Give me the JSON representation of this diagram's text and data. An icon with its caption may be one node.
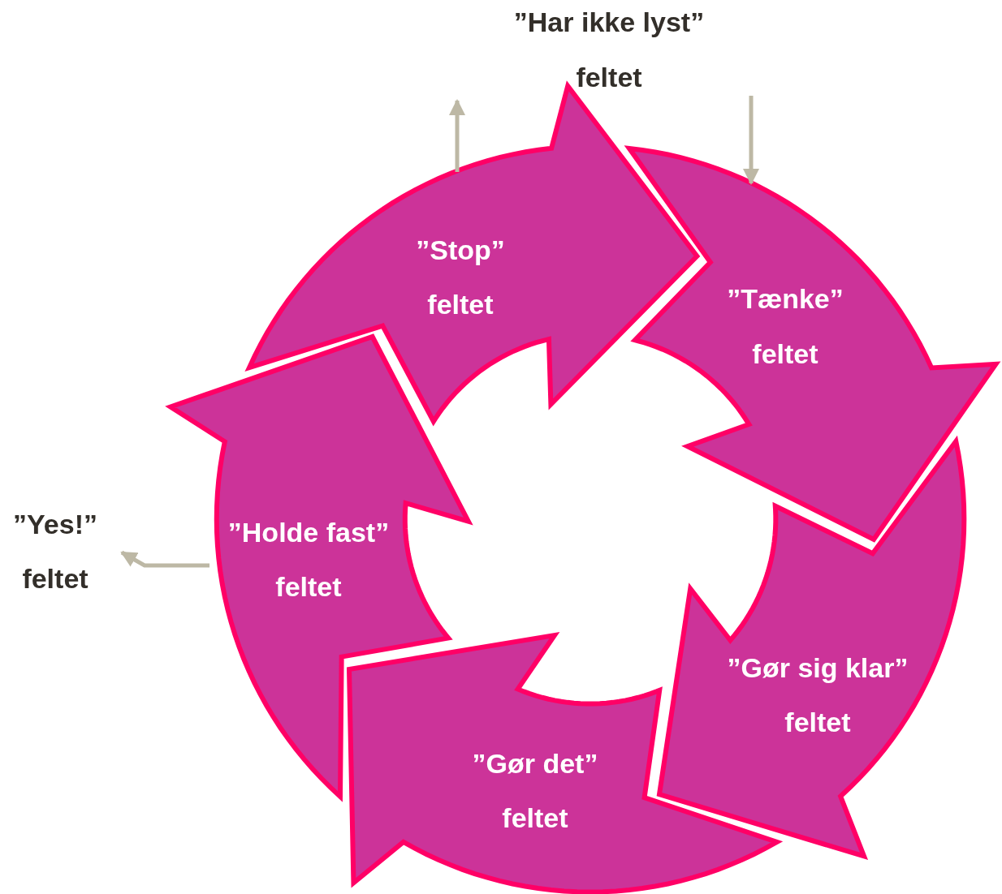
{
  "diagram": {
    "nodes": [
      {
        "text": [
          "”Har ikke lyst”",
          "feltet"
        ]
      },
      {
        "text": [
          "”Stop”",
          "feltet"
        ]
      },
      {
        "text": [
          "”Tænke”",
          "feltet"
        ]
      },
      {
        "text": [
          "”Yes!”",
          "feltet"
        ]
      },
      {
        "text": [
          "”Holde fast”",
          "feltet"
        ]
      },
      {
        "text": [
          "”Gør sig klar”",
          "feltet"
        ]
      },
      {
        "text": [
          "”Gør det”",
          "feltet"
        ]
      }
    ],
    "edges": [
      {
        "from": 1,
        "to": null,
        "arrow": "to"
      },
      {
        "from": null,
        "to": 2,
        "arrow": "to"
      },
      {
        "from": 4,
        "to": 3,
        "arrow": "to"
      }
    ]
  }
}
